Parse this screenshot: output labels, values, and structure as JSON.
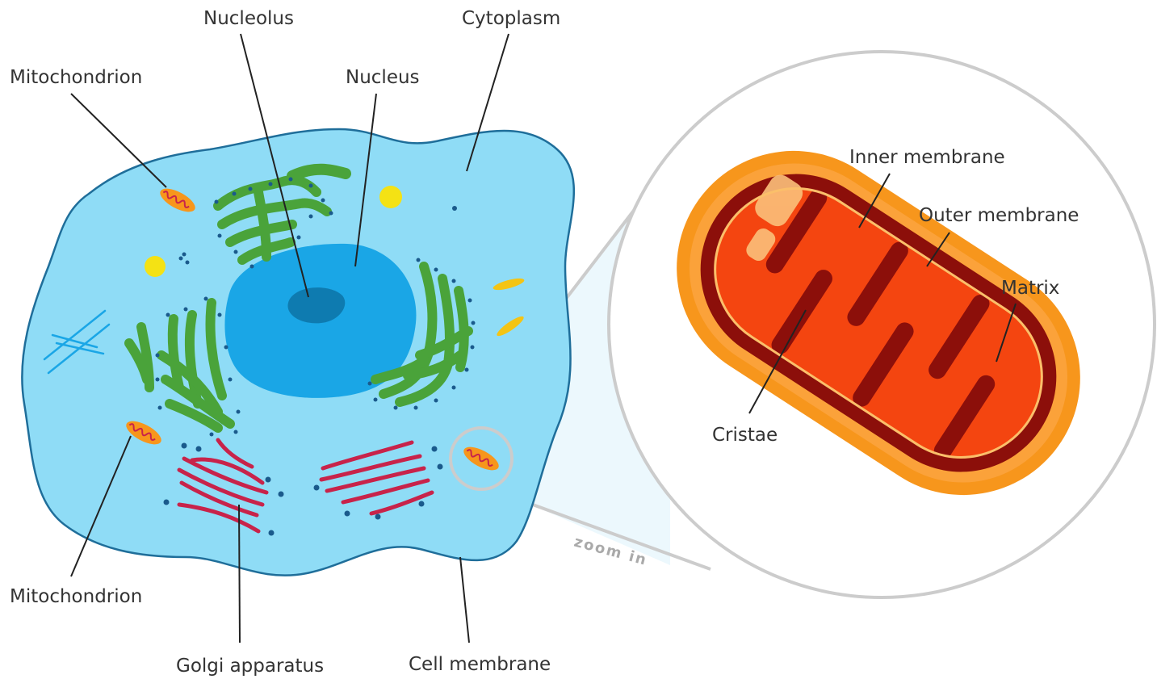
{
  "labels": {
    "nucleolus": "Nucleolus",
    "cytoplasm": "Cytoplasm",
    "mitochondrion_top": "Mitochondrion",
    "nucleus": "Nucleus",
    "mitochondrion_bottom": "Mitochondrion",
    "golgi": "Golgi apparatus",
    "cell_membrane": "Cell membrane",
    "inner_membrane": "Inner membrane",
    "outer_membrane": "Outer membrane",
    "matrix": "Matrix",
    "cristae": "Cristae",
    "zoom": "zoom in"
  },
  "colors": {
    "cytoplasm": "#8fdcf6",
    "cell_membrane": "#1f6e9a",
    "nucleus": "#1aa6e6",
    "nucleolus": "#0e7bb0",
    "endoplasmic_reticulum": "#4aa33a",
    "golgi": "#c8234a",
    "vesicle": "#1a5a8c",
    "lysosome": "#f4e214",
    "mito_outer": "#f7961c",
    "mito_intermembrane": "#8c0f0a",
    "mito_matrix": "#f44510",
    "mito_cristae_light": "#fbc07a",
    "zoom_ring": "#cccccc"
  }
}
